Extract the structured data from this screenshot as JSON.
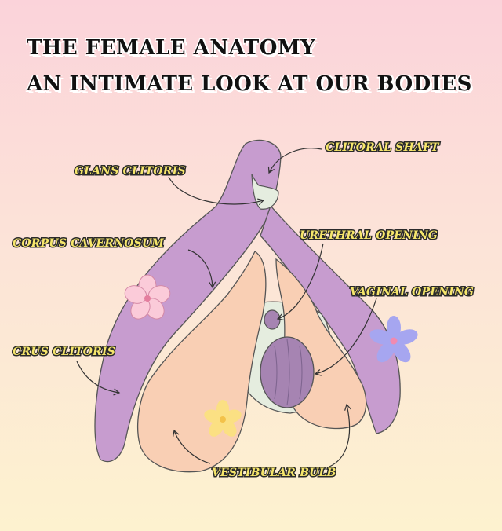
{
  "title": {
    "line1": "THE FEMALE ANATOMY",
    "line2": "AN INTIMATE LOOK AT OUR BODIES"
  },
  "labels": {
    "clitoral_shaft": "CLITORAL SHAFT",
    "glans_clitoris": "GLANS CLITORIS",
    "corpus_cavernosum": "CORPUS CAVERNOSUM",
    "urethral_opening": "URETHRAL OPENING",
    "vaginal_opening": "VAGINAL OPENING",
    "crus_clitoris": "CRUS CLITORIS",
    "vestibular_bulb": "VESTIBULAR BULB"
  },
  "colors": {
    "clitoris_purple": "#c79ccf",
    "bulb_peach": "#f9cfb4",
    "glans_green": "#e5eddf",
    "vaginal_purple": "#a684b2",
    "flower_pink": "#fbcbd9",
    "flower_blue": "#a6a6f0",
    "flower_yellow": "#fbe083"
  }
}
